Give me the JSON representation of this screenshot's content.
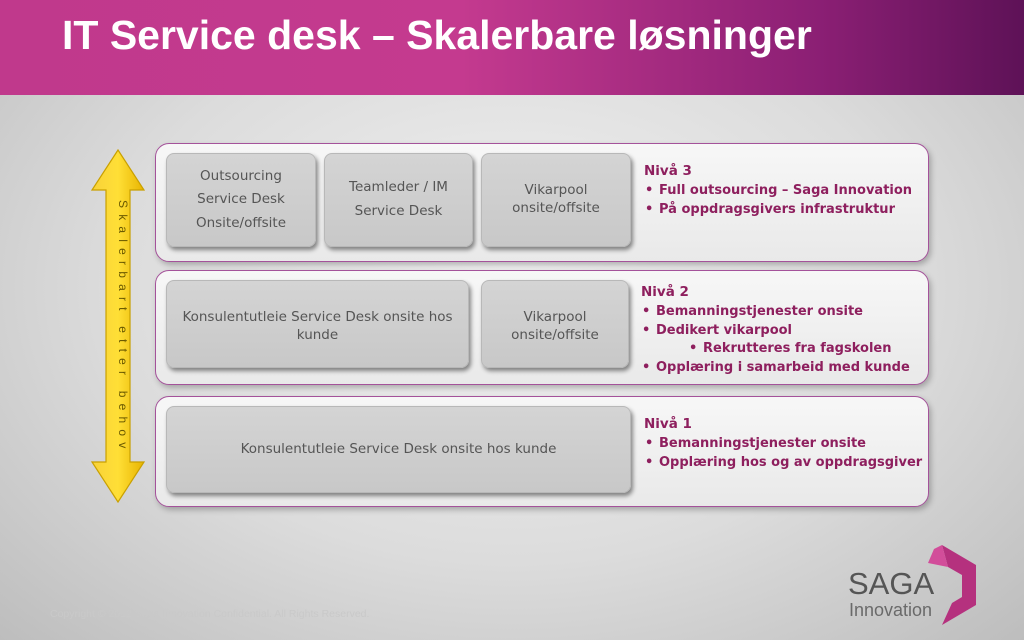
{
  "slide": {
    "title": "IT Service desk – Skalerbare løsninger",
    "arrow_label": "Skalerbart etter behov",
    "copyright": "Copyright © 2012 Saga Innovation Confidential. All Rights Reserved."
  },
  "levels": {
    "level3": {
      "boxes": [
        {
          "lines": [
            "Outsourcing",
            "Service Desk",
            "Onsite/offsite"
          ]
        },
        {
          "lines": [
            "Teamleder / IM",
            "Service Desk"
          ]
        },
        {
          "lines": [
            "Vikarpool",
            "onsite/offsite"
          ]
        }
      ],
      "heading": "Nivå 3",
      "bullets": [
        "Full outsourcing – Saga Innovation",
        "På oppdragsgivers infrastruktur"
      ]
    },
    "level2": {
      "boxes": [
        {
          "lines": [
            "Konsulentutleie Service Desk onsite hos",
            "kunde"
          ]
        },
        {
          "lines": [
            "Vikarpool",
            "onsite/offsite"
          ]
        }
      ],
      "heading": "Nivå 2",
      "bullets": [
        "Bemanningstjenester onsite",
        "Dedikert vikarpool",
        "Rekrutteres fra fagskolen",
        "Opplæring i samarbeid med kunde"
      ]
    },
    "level1": {
      "boxes": [
        {
          "lines": [
            "Konsulentutleie Service Desk onsite hos kunde"
          ]
        }
      ],
      "heading": "Nivå 1",
      "bullets": [
        "Bemanningstjenester onsite",
        "Opplæring hos og av oppdragsgiver"
      ]
    }
  },
  "logo": {
    "name": "SAGA",
    "sub": "Innovation"
  },
  "colors": {
    "header_start": "#c0398c",
    "header_end": "#5e1257",
    "accent": "#8e1f5e",
    "panel_border": "#a4529a",
    "arrow": "#f5c400",
    "logo_magenta": "#b5317e"
  }
}
